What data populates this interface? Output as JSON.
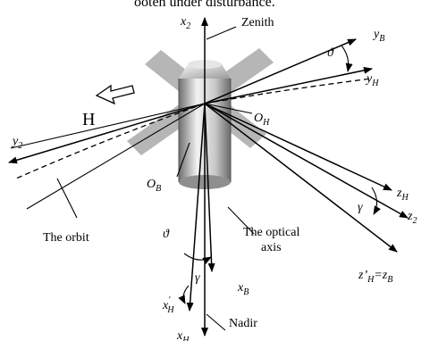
{
  "caption_fragment": "ooteh under disturbance.",
  "labels": {
    "x2": "x",
    "x2_sub": "2",
    "zenith": "Zenith",
    "yB": "y",
    "yB_sub": "B",
    "theta_top": "ϑ",
    "yH": "y",
    "yH_sub": "H",
    "H": "H",
    "OH": "O",
    "OH_sub": "H",
    "y2": "y",
    "y2_sub": "2",
    "OB": "O",
    "OB_sub": "B",
    "zH": "z",
    "zH_sub": "H",
    "gamma_right": "γ",
    "z2": "z",
    "z2_sub": "2",
    "orbit": "The orbit",
    "theta_bottom": "ϑ",
    "optical_axis_1": "The optical",
    "optical_axis_2": "axis",
    "gamma_bottom": "γ",
    "xB": "x",
    "xB_sub": "B",
    "zpH": "z’",
    "zpH_sub": "H",
    "zpH_eq": "=z",
    "zpH_eq_sub": "B",
    "xpH": "x",
    "xpH_sub": "H",
    "xpH_sup": "′",
    "nadir": "Nadir",
    "xH": "x",
    "xH_sub": "H"
  },
  "colors": {
    "ink": "#000000",
    "panel": "#b4b4b4",
    "body_light": "#efefef",
    "body_dark": "#8a8a8a"
  }
}
